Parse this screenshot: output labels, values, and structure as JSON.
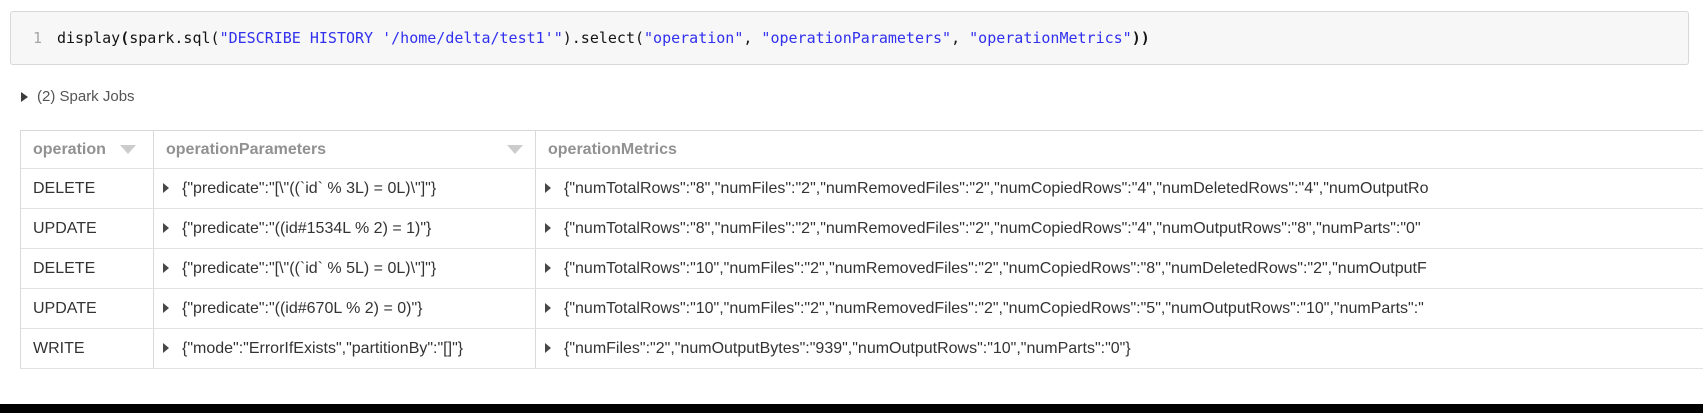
{
  "colors": {
    "code_string": "#3030ee",
    "bottom_bar": "#000000"
  },
  "code_cell": {
    "line_number": "1",
    "segments": [
      {
        "text": "display",
        "type": "plain"
      },
      {
        "text": "(",
        "type": "bracket"
      },
      {
        "text": "spark.sql(",
        "type": "plain"
      },
      {
        "text": "\"DESCRIBE HISTORY '/home/delta/test1'\"",
        "type": "string"
      },
      {
        "text": ").select(",
        "type": "plain"
      },
      {
        "text": "\"operation\"",
        "type": "string"
      },
      {
        "text": ", ",
        "type": "plain"
      },
      {
        "text": "\"operationParameters\"",
        "type": "string"
      },
      {
        "text": ", ",
        "type": "plain"
      },
      {
        "text": "\"operationMetrics\"",
        "type": "string"
      },
      {
        "text": "))",
        "type": "bracket"
      }
    ]
  },
  "spark_jobs": {
    "label": "(2) Spark Jobs"
  },
  "table": {
    "columns": [
      {
        "label": "operation",
        "sortable": true
      },
      {
        "label": "operationParameters",
        "sortable": true
      },
      {
        "label": "operationMetrics",
        "sortable": false
      }
    ],
    "rows": [
      {
        "operation": "DELETE",
        "operationParameters": "{\"predicate\":\"[\\\"((`id` % 3L) = 0L)\\\"]\"}",
        "operationMetrics": "{\"numTotalRows\":\"8\",\"numFiles\":\"2\",\"numRemovedFiles\":\"2\",\"numCopiedRows\":\"4\",\"numDeletedRows\":\"4\",\"numOutputRo"
      },
      {
        "operation": "UPDATE",
        "operationParameters": "{\"predicate\":\"((id#1534L % 2) = 1)\"}",
        "operationMetrics": "{\"numTotalRows\":\"8\",\"numFiles\":\"2\",\"numRemovedFiles\":\"2\",\"numCopiedRows\":\"4\",\"numOutputRows\":\"8\",\"numParts\":\"0\""
      },
      {
        "operation": "DELETE",
        "operationParameters": "{\"predicate\":\"[\\\"((`id` % 5L) = 0L)\\\"]\"}",
        "operationMetrics": "{\"numTotalRows\":\"10\",\"numFiles\":\"2\",\"numRemovedFiles\":\"2\",\"numCopiedRows\":\"8\",\"numDeletedRows\":\"2\",\"numOutputF"
      },
      {
        "operation": "UPDATE",
        "operationParameters": "{\"predicate\":\"((id#670L % 2) = 0)\"}",
        "operationMetrics": "{\"numTotalRows\":\"10\",\"numFiles\":\"2\",\"numRemovedFiles\":\"2\",\"numCopiedRows\":\"5\",\"numOutputRows\":\"10\",\"numParts\":\""
      },
      {
        "operation": "WRITE",
        "operationParameters": "{\"mode\":\"ErrorIfExists\",\"partitionBy\":\"[]\"}",
        "operationMetrics": "{\"numFiles\":\"2\",\"numOutputBytes\":\"939\",\"numOutputRows\":\"10\",\"numParts\":\"0\"}"
      }
    ]
  }
}
